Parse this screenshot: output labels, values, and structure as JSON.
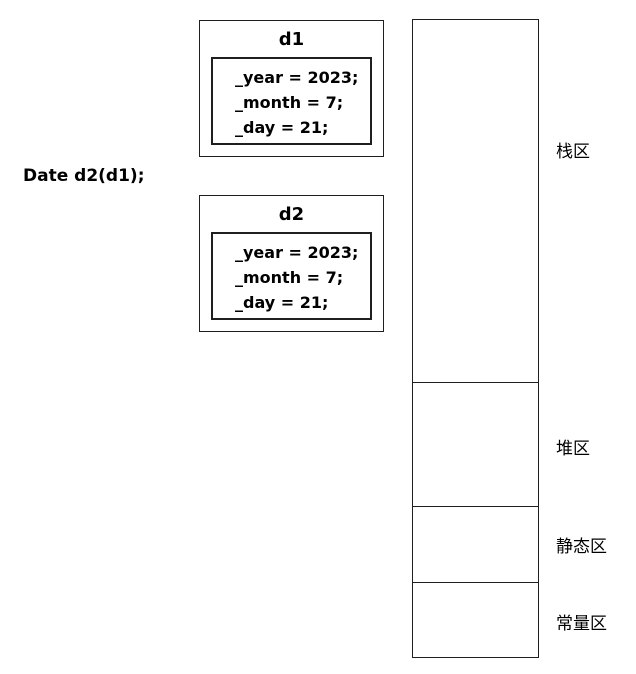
{
  "declaration": "Date d2(d1);",
  "objects": [
    {
      "name": "d1",
      "fields": [
        "_year = 2023;",
        "_month = 7;",
        "_day = 21;"
      ]
    },
    {
      "name": "d2",
      "fields": [
        "_year = 2023;",
        "_month = 7;",
        "_day = 21;"
      ]
    }
  ],
  "memory_regions": [
    {
      "label": "栈区"
    },
    {
      "label": "堆区"
    },
    {
      "label": "静态区"
    },
    {
      "label": "常量区"
    }
  ],
  "colors": {
    "line": "#1f1f1f",
    "background": "#ffffff",
    "text": "#000000"
  }
}
